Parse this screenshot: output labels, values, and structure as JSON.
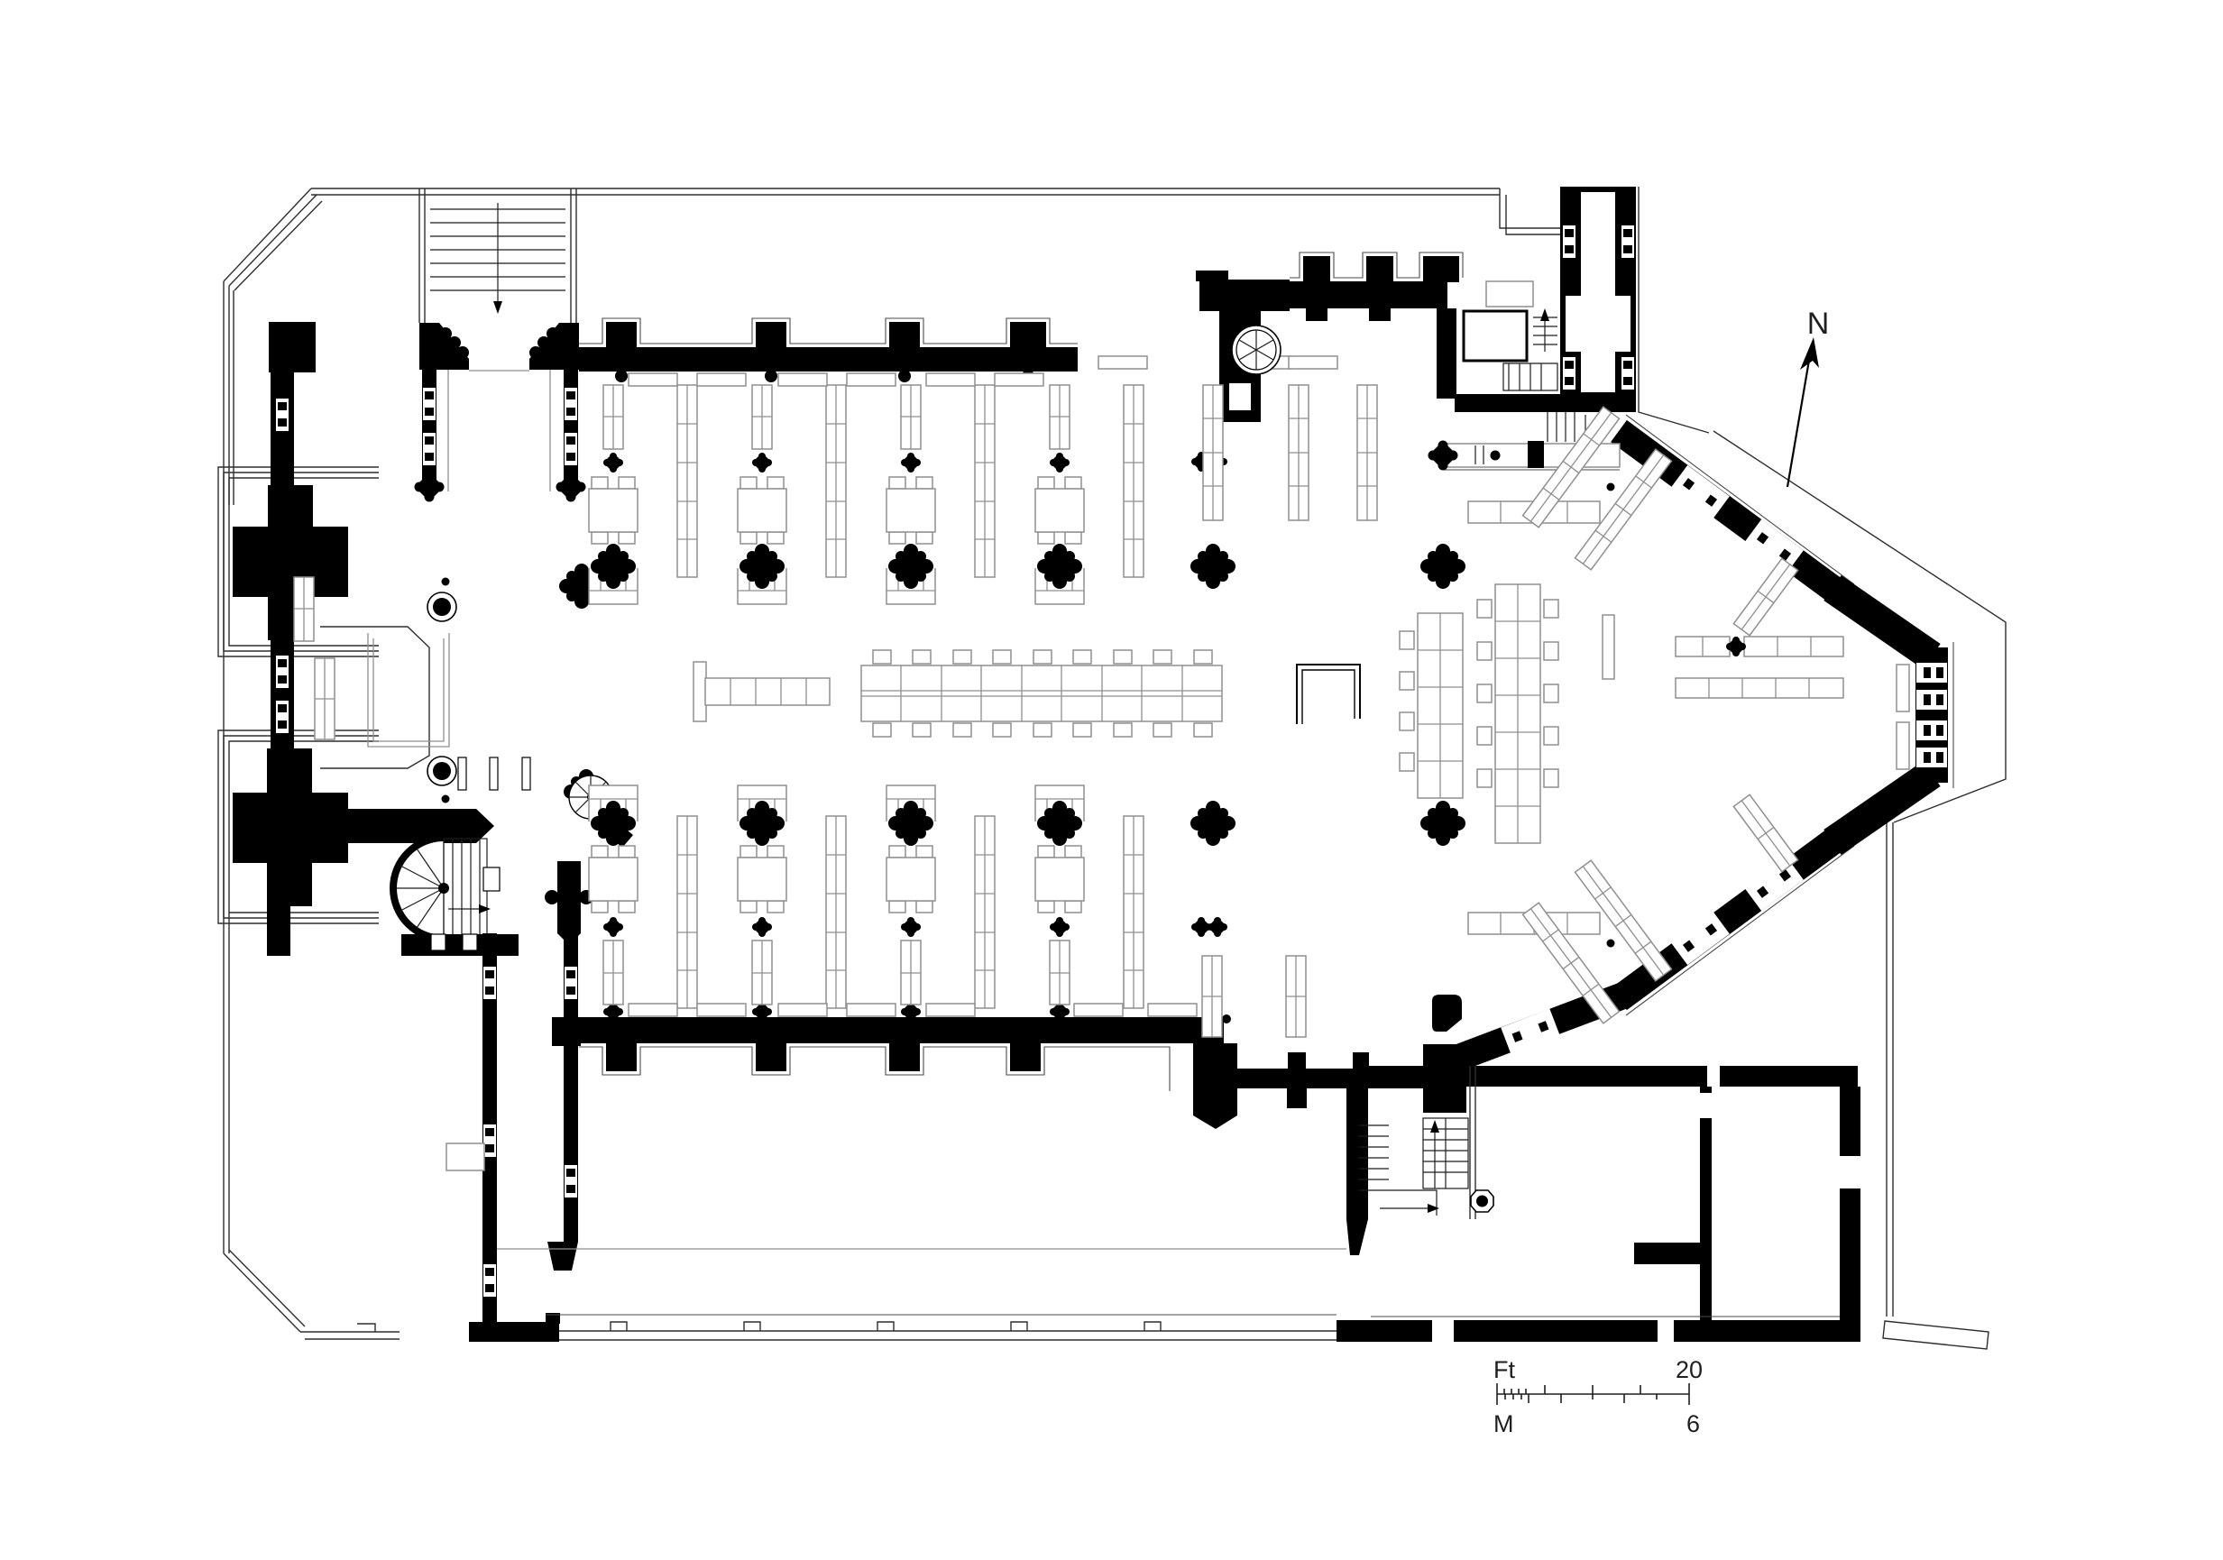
{
  "document": {
    "type": "architectural floor plan",
    "subject": "ground floor plan of a gothic church interior fitted out as a library with shelving, reading tables and stalls",
    "background_color": "#ffffff",
    "wall_poche_color": "#000000",
    "furniture_line_color": "#8f8f8f",
    "site_line_color": "#2e2e2e"
  },
  "compass": {
    "label": "N"
  },
  "scale_bar": {
    "feet_label": "Ft",
    "feet_value": "20",
    "meters_label": "M",
    "meters_value": "6"
  },
  "features": [
    "north-wall-with-buttresses",
    "south-wall-with-buttresses",
    "west-porch-with-spiral-stair",
    "polygonal-apse-with-windows",
    "nave-arcade-piers",
    "bookshelf-ranges",
    "reading-tables-with-chairs",
    "long-central-reading-table",
    "choir-stall-grids",
    "north-east-vestry-and-corridor",
    "south-east-stair-hall",
    "exterior-stair-north-west",
    "cloister-walk-south"
  ]
}
